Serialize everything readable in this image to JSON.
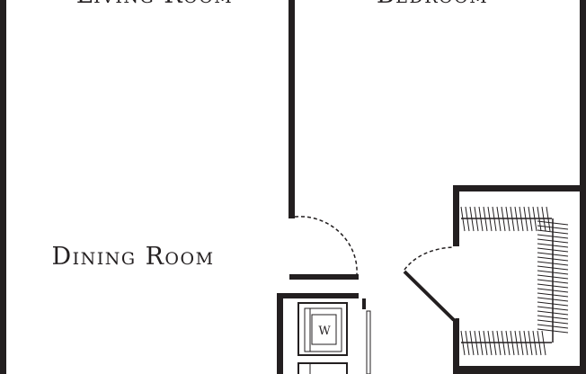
{
  "rooms": {
    "living": "Living Room",
    "bedroom": "Bedroom",
    "dining": "Dining Room"
  },
  "appliances": {
    "washer": "W"
  },
  "colors": {
    "wall": "#231f20",
    "background": "#ffffff"
  }
}
